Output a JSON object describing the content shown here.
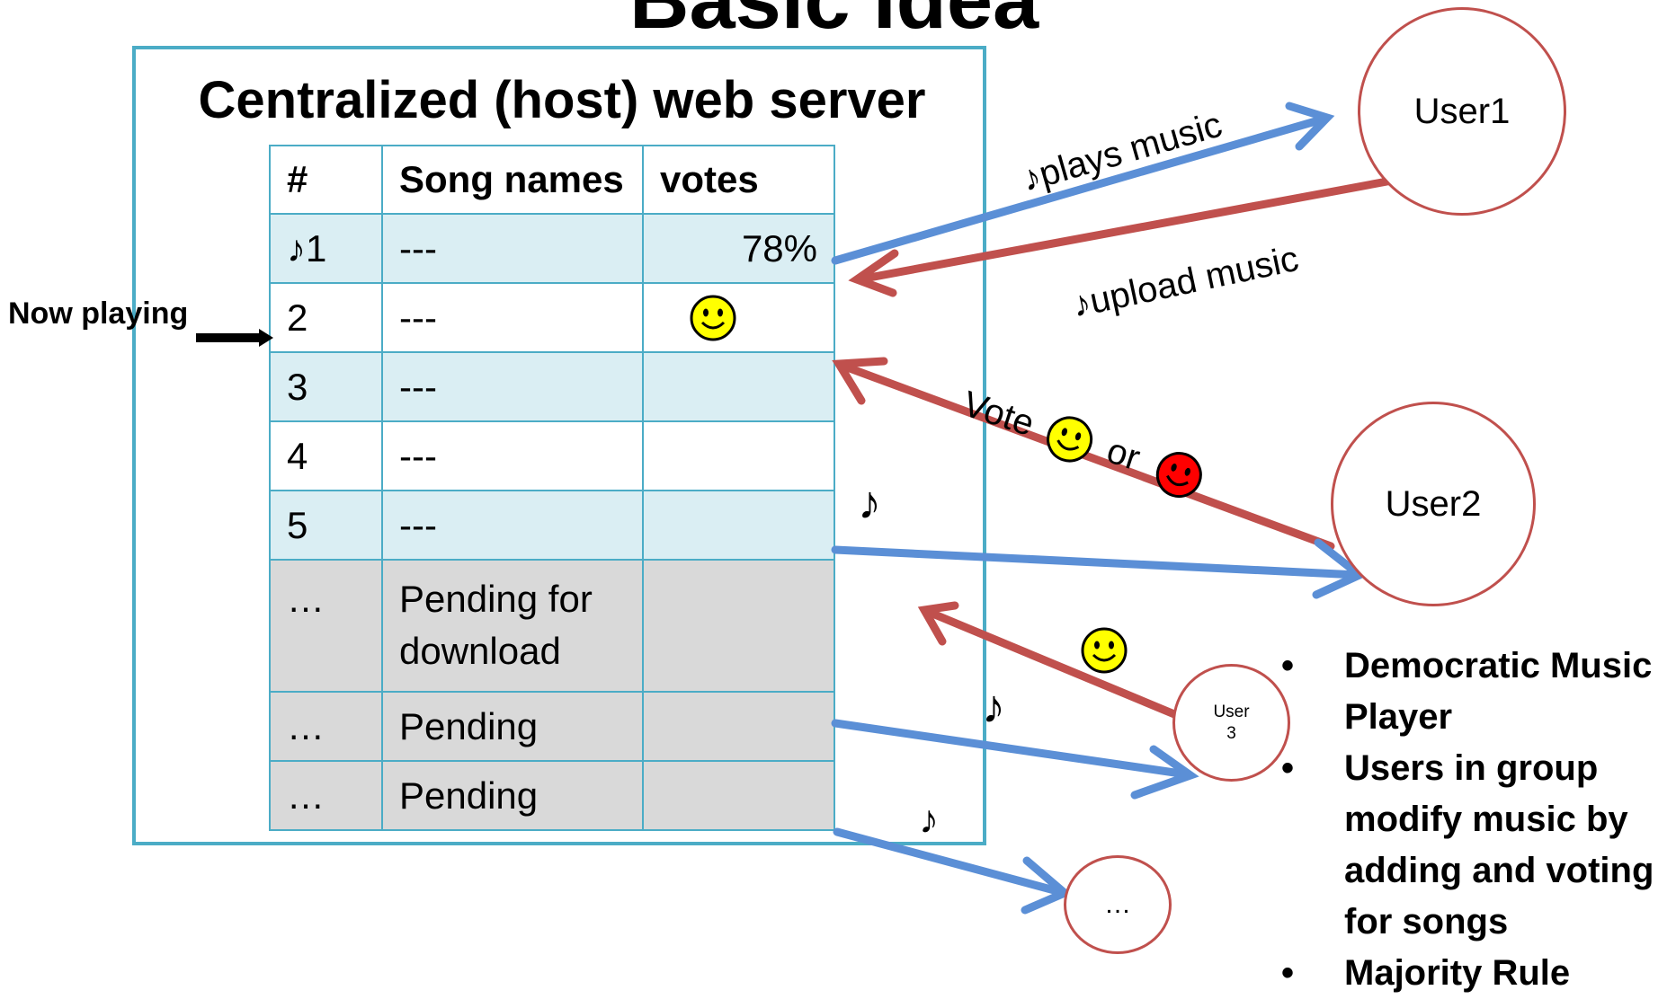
{
  "page_title": "Basic Idea",
  "server": {
    "title": "Centralized (host) web server",
    "now_playing_label": "Now playing",
    "table": {
      "headers": [
        "#",
        "Song names",
        "votes"
      ],
      "rows": [
        {
          "num": "♪1",
          "song": "---",
          "votes": "78%",
          "style": "blue"
        },
        {
          "num": "2",
          "song": "---",
          "votes": "",
          "vote_icon": "yellow-smiley",
          "style": "white"
        },
        {
          "num": "3",
          "song": "---",
          "votes": "",
          "style": "blue"
        },
        {
          "num": "4",
          "song": "---",
          "votes": "",
          "style": "white"
        },
        {
          "num": "5",
          "song": "---",
          "votes": "",
          "style": "blue"
        },
        {
          "num": "…",
          "song": "Pending for download",
          "votes": "",
          "style": "gray"
        },
        {
          "num": "…",
          "song": "Pending",
          "votes": "",
          "style": "gray"
        },
        {
          "num": "…",
          "song": "Pending",
          "votes": "",
          "style": "gray"
        }
      ]
    }
  },
  "users": {
    "user1": "User1",
    "user2": "User2",
    "user3_line1": "User",
    "user3_line2": "3",
    "user4": "…"
  },
  "arrow_labels": {
    "plays_music": "♪plays music",
    "upload_music": "♪upload music",
    "vote": "Vote",
    "or": "or",
    "note": "♪"
  },
  "bullets": [
    "Democratic Music Player",
    "Users in group modify music by adding and voting for songs",
    "Majority Rule"
  ],
  "colors": {
    "blue_arrow": "#5b8fd6",
    "red_arrow": "#c0504d",
    "table_border": "#4bacc6",
    "smiley_yellow": "#ffff00",
    "smiley_red": "#ff0000"
  }
}
